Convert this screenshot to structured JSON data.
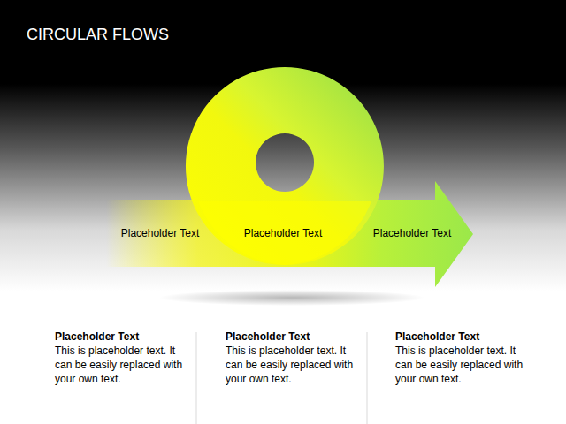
{
  "diagram": {
    "title": "CIRCULAR FLOWS",
    "nodes": [
      {
        "text": [
          "Placeholder Text",
          "Placeholder Text",
          "Placeholder Text"
        ]
      }
    ],
    "labels": [
      "Placeholder Text",
      "This is placeholder text. It can be easily replaced with your own text.",
      "Placeholder Text",
      "This is placeholder text. It can be easily replaced with your own text.",
      "Placeholder Text",
      "This is placeholder text. It can be easily replaced with your own text."
    ]
  }
}
